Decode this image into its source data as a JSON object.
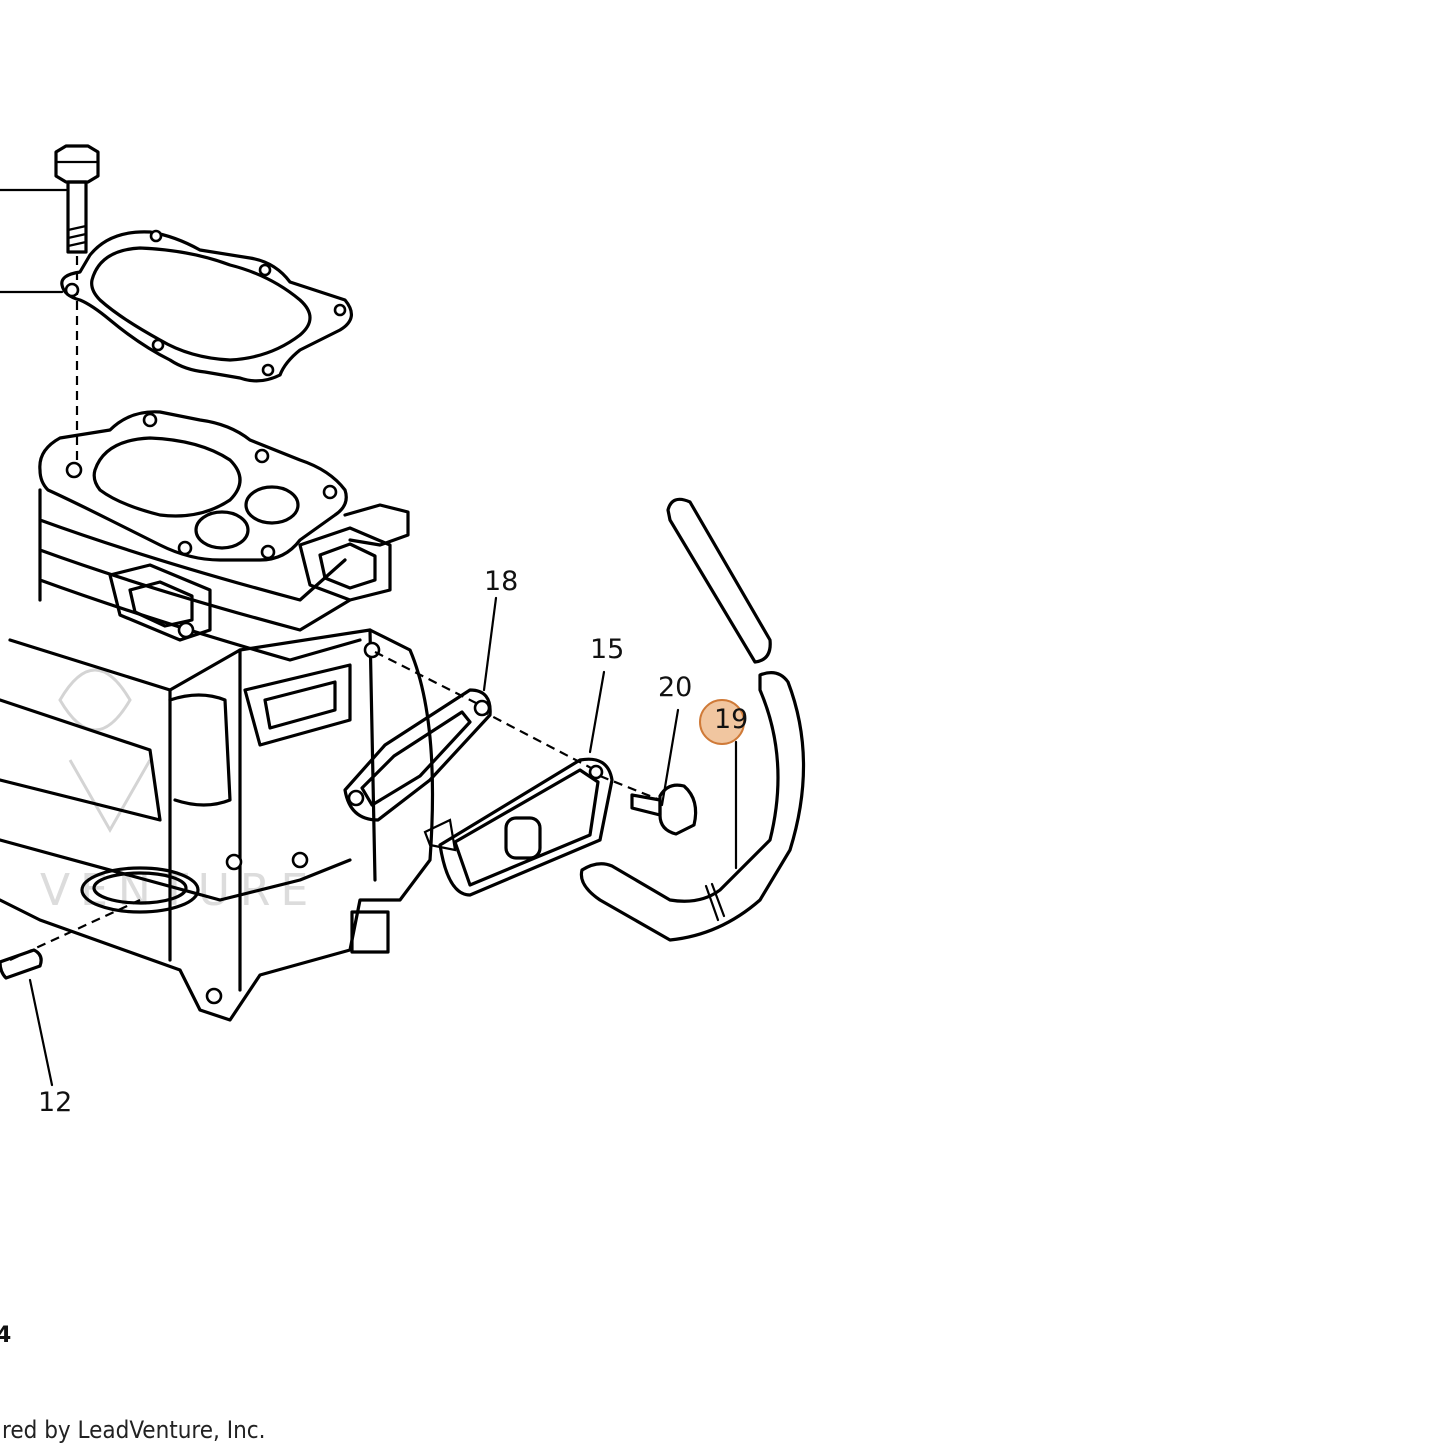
{
  "callouts": [
    {
      "id": "12",
      "label": "12"
    },
    {
      "id": "15",
      "label": "15"
    },
    {
      "id": "18",
      "label": "18"
    },
    {
      "id": "19",
      "label": "19"
    },
    {
      "id": "20",
      "label": "20"
    }
  ],
  "highlight": {
    "callout": "19",
    "color": "#e8a060"
  },
  "edge_fragment": "4",
  "watermark_text": "VENTURE",
  "footer": "red by LeadVenture, Inc."
}
